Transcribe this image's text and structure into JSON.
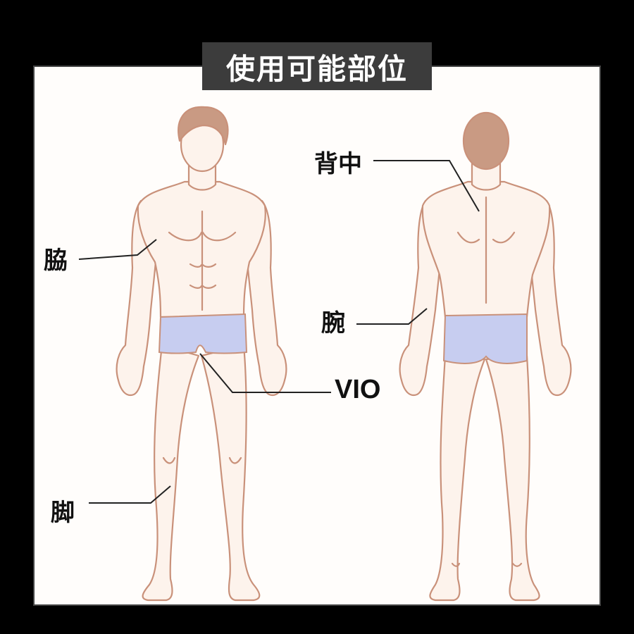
{
  "title": "使用可能部位",
  "labels": {
    "waki": "脇",
    "senaka": "背中",
    "ude": "腕",
    "vio": "VIO",
    "ashi": "脚"
  },
  "colors": {
    "background": "#000000",
    "panel": "#fffdfb",
    "title_box": "#3c3c3c",
    "skin_outline": "#c9917a",
    "skin_fill": "#fdf3ec",
    "hair": "#c99a83",
    "underwear": "#c7cdf0",
    "leader_line": "#222222"
  },
  "icons": {
    "front_figure": "male-body-front-icon",
    "back_figure": "male-body-back-icon"
  }
}
